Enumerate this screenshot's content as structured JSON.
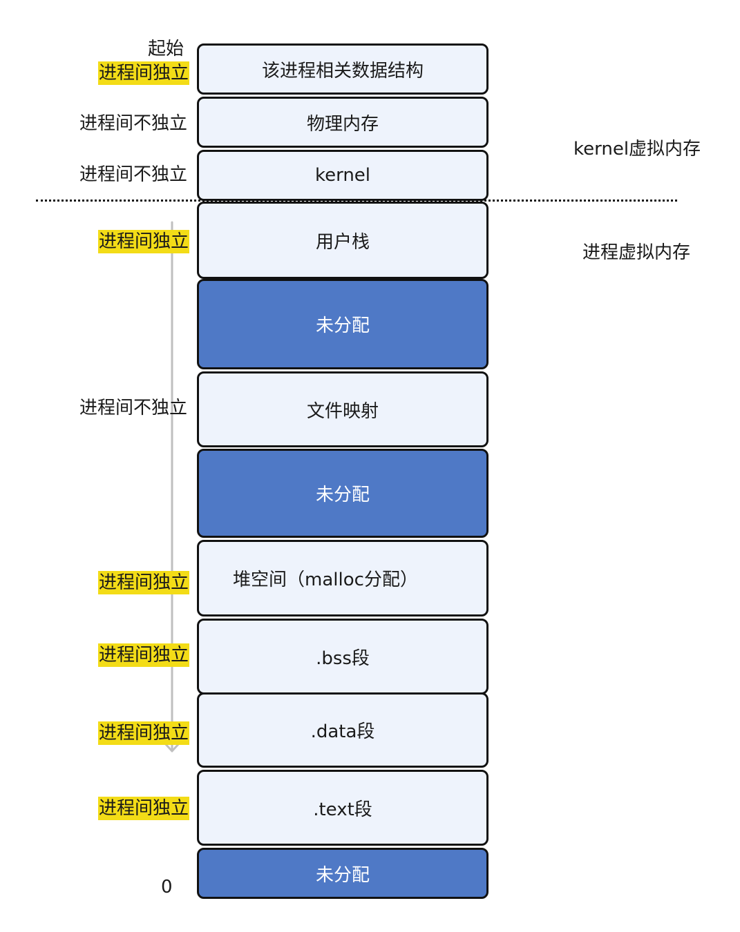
{
  "blocks": [
    {
      "label": "该进程相关数据结构",
      "unallocated": false
    },
    {
      "label": "物理内存",
      "unallocated": false
    },
    {
      "label": "kernel",
      "unallocated": false
    },
    {
      "label": "用户栈",
      "unallocated": false
    },
    {
      "label": "未分配",
      "unallocated": true
    },
    {
      "label": "文件映射",
      "unallocated": false
    },
    {
      "label": "未分配",
      "unallocated": true
    },
    {
      "label": "堆空间（malloc分配）",
      "unallocated": false
    },
    {
      "label": ".bss段",
      "unallocated": false
    },
    {
      "label": ".data段",
      "unallocated": false
    },
    {
      "label": ".text段",
      "unallocated": false
    },
    {
      "label": "未分配",
      "unallocated": true
    }
  ],
  "address_labels": {
    "top": "起始",
    "bottom": "0"
  },
  "side_labels": [
    {
      "text": "进程间独立",
      "highlight": true
    },
    {
      "text": "进程间不独立",
      "highlight": false
    },
    {
      "text": "进程间不独立",
      "highlight": false
    },
    {
      "text": "进程间独立",
      "highlight": true
    },
    {
      "text": "进程间不独立",
      "highlight": false
    },
    {
      "text": "进程间独立",
      "highlight": true
    },
    {
      "text": "进程间独立",
      "highlight": true
    },
    {
      "text": "进程间独立",
      "highlight": true
    },
    {
      "text": "进程间独立",
      "highlight": true
    }
  ],
  "regions": {
    "kernel_virtual": "kernel虚拟内存",
    "process_virtual": "进程虚拟内存"
  },
  "colors": {
    "highlight": "#f3dc17",
    "unallocated": "#4f79c6",
    "block_fill": "#eef3fc",
    "arrow": "#bfbfbf"
  }
}
